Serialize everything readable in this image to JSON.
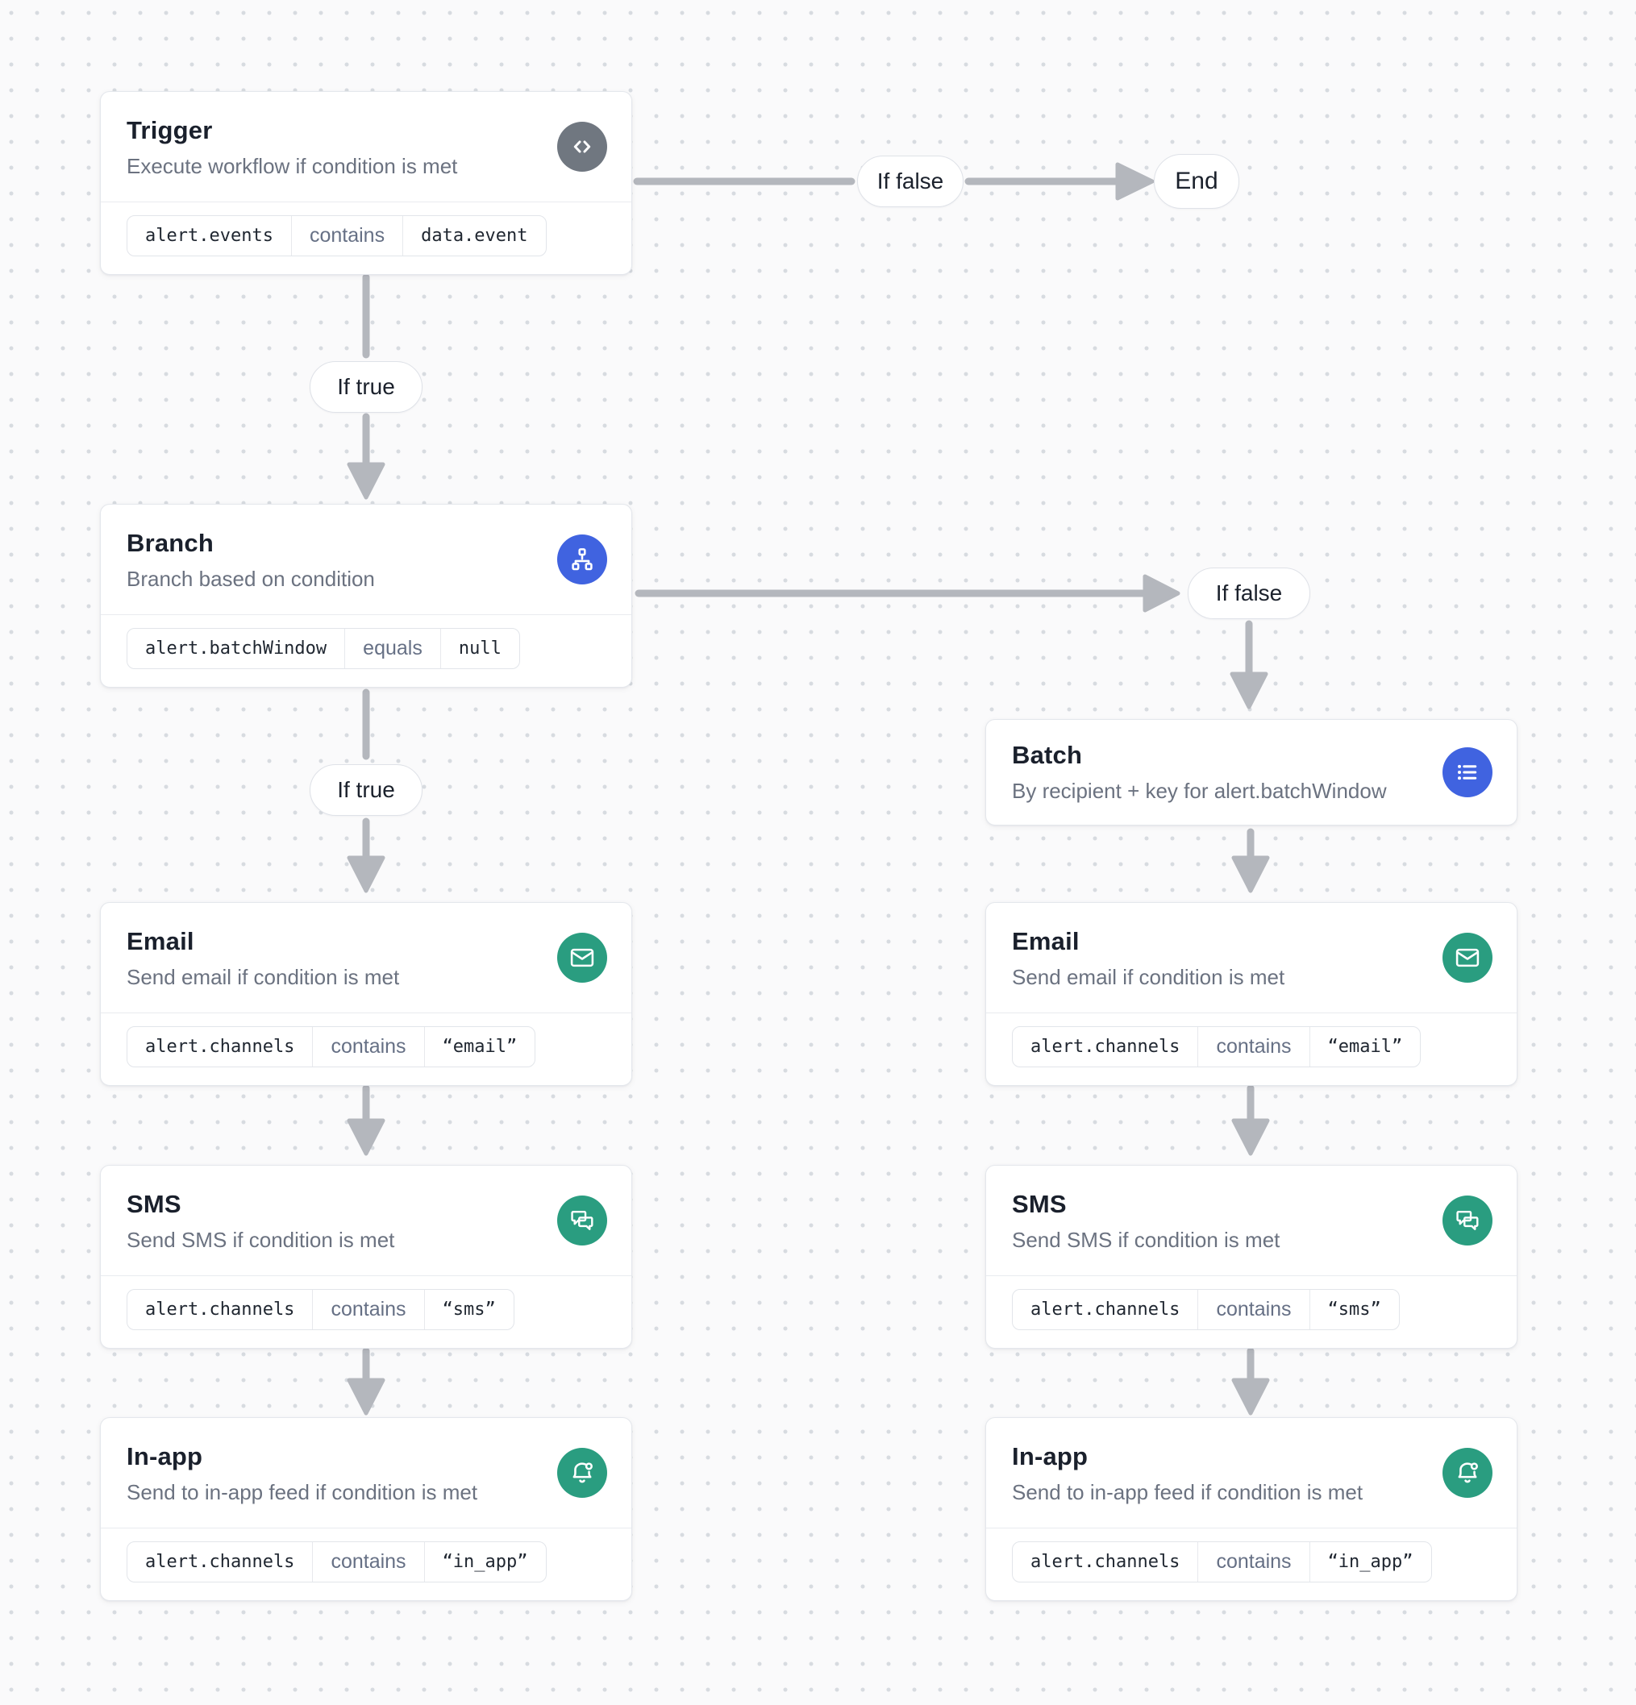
{
  "canvas": {
    "background": "#fafafb",
    "dot_color": "#d7dbe0",
    "arrow_color": "#b4b7bd"
  },
  "palette": {
    "card_border": "#e4e7ec",
    "title_color": "#1a202c",
    "subtitle_color": "#6b7280",
    "icon_gray": "#707780",
    "icon_blue": "#4063e0",
    "icon_green": "#2a9d80",
    "operator_color": "#667085",
    "code_color": "#1f2630"
  },
  "edge_labels": {
    "if_false_top": "If false",
    "end": "End",
    "if_true_1": "If true",
    "if_false_branch": "If false",
    "if_true_2": "If true"
  },
  "nodes": {
    "trigger": {
      "title": "Trigger",
      "subtitle": "Execute workflow if condition is met",
      "icon": "code-icon",
      "condition": {
        "field": "alert.events",
        "operator": "contains",
        "value": "data.event"
      }
    },
    "branch": {
      "title": "Branch",
      "subtitle": "Branch based on condition",
      "icon": "sitemap-icon",
      "condition": {
        "field": "alert.batchWindow",
        "operator": "equals",
        "value": "null"
      }
    },
    "batch": {
      "title": "Batch",
      "subtitle": "By recipient + key for alert.batchWindow",
      "icon": "list-icon"
    },
    "email_left": {
      "title": "Email",
      "subtitle": "Send email if condition is met",
      "icon": "envelope-icon",
      "condition": {
        "field": "alert.channels",
        "operator": "contains",
        "value": "“email”"
      }
    },
    "sms_left": {
      "title": "SMS",
      "subtitle": "Send SMS if condition is met",
      "icon": "chat-bubbles-icon",
      "condition": {
        "field": "alert.channels",
        "operator": "contains",
        "value": "“sms”"
      }
    },
    "inapp_left": {
      "title": "In-app",
      "subtitle": "Send to in-app feed if condition is met",
      "icon": "bell-icon",
      "condition": {
        "field": "alert.channels",
        "operator": "contains",
        "value": "“in_app”"
      }
    },
    "email_right": {
      "title": "Email",
      "subtitle": "Send email if condition is met",
      "icon": "envelope-icon",
      "condition": {
        "field": "alert.channels",
        "operator": "contains",
        "value": "“email”"
      }
    },
    "sms_right": {
      "title": "SMS",
      "subtitle": "Send SMS if condition is met",
      "icon": "chat-bubbles-icon",
      "condition": {
        "field": "alert.channels",
        "operator": "contains",
        "value": "“sms”"
      }
    },
    "inapp_right": {
      "title": "In-app",
      "subtitle": "Send to in-app feed if condition is met",
      "icon": "bell-icon",
      "condition": {
        "field": "alert.channels",
        "operator": "contains",
        "value": "“in_app”"
      }
    }
  }
}
